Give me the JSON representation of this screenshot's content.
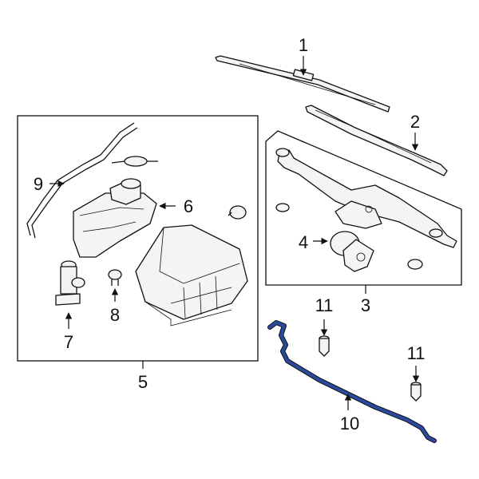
{
  "callouts": {
    "c1": "1",
    "c2": "2",
    "c3": "3",
    "c4": "4",
    "c5": "5",
    "c6": "6",
    "c7": "7",
    "c8": "8",
    "c9": "9",
    "c10": "10",
    "c11a": "11",
    "c11b": "11"
  },
  "colors": {
    "highlight": "#2a4a9e",
    "line": "#111111",
    "fill": "#f4f4f4"
  }
}
